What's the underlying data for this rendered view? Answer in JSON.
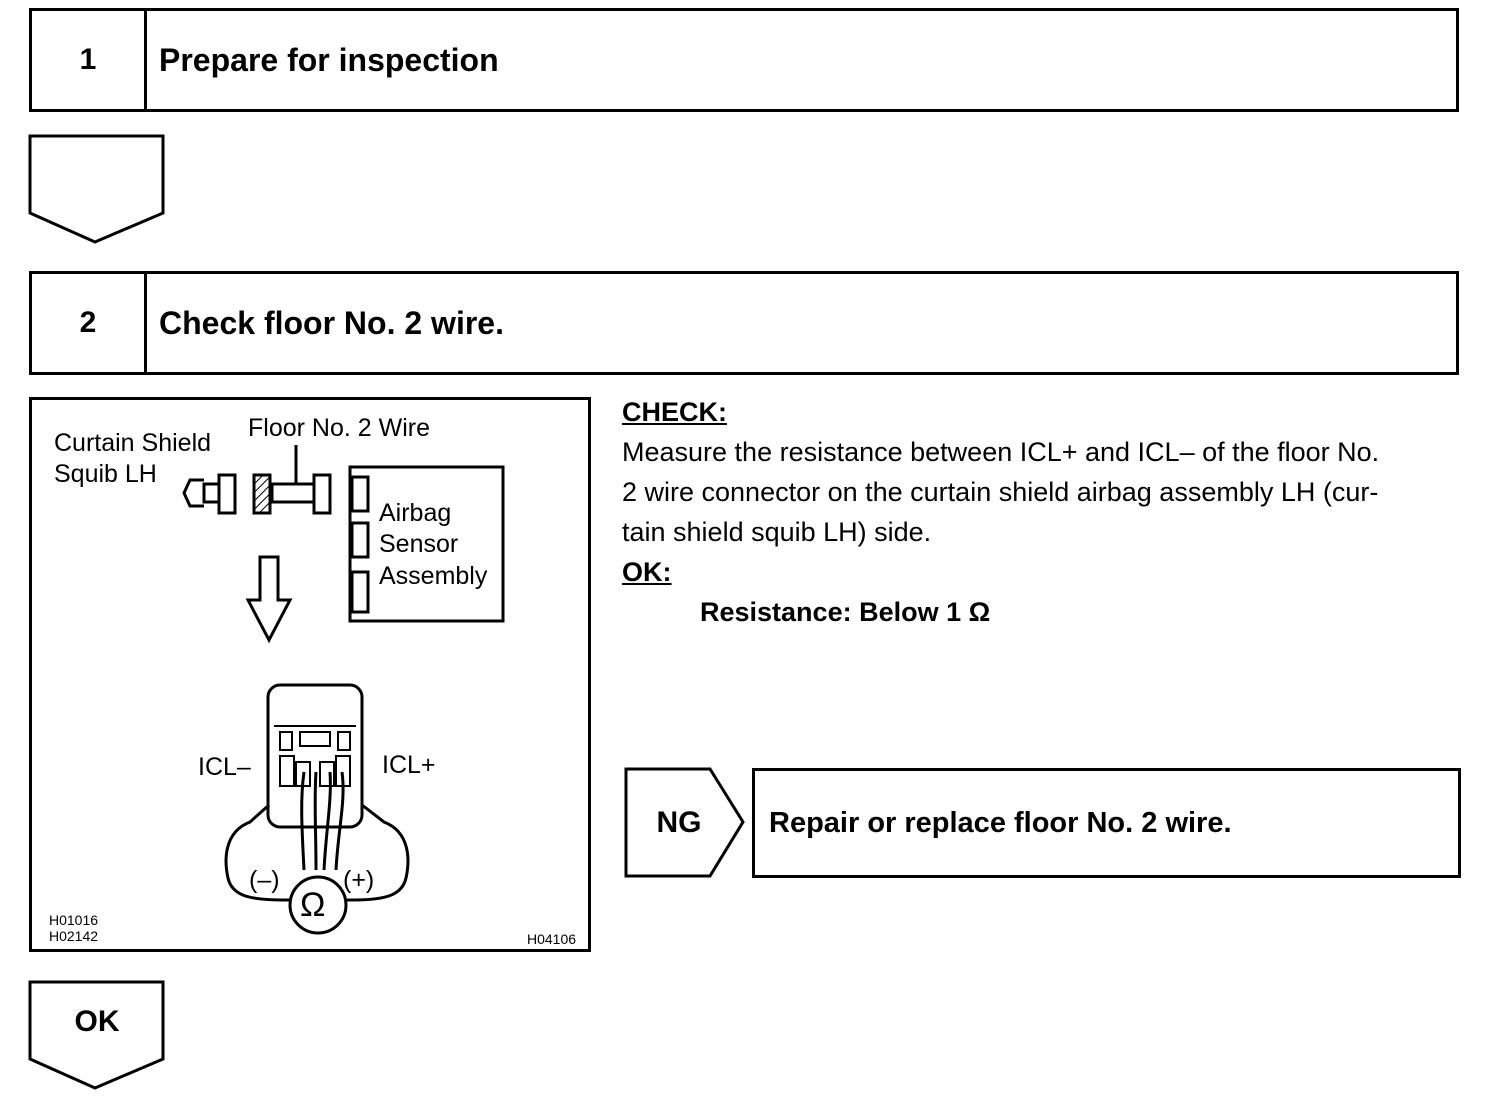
{
  "steps": [
    {
      "number": "1",
      "title": "Prepare for inspection"
    },
    {
      "number": "2",
      "title": "Check floor No. 2 wire."
    }
  ],
  "figure": {
    "labels": {
      "curtain_shield_line1": "Curtain Shield",
      "curtain_shield_line2": "Squib LH",
      "floor_wire": "Floor No. 2 Wire",
      "airbag_line1": "Airbag",
      "airbag_line2": "Sensor",
      "airbag_line3": "Assembly",
      "icl_minus": "ICL–",
      "icl_plus": "ICL+",
      "probe_minus": "(–)",
      "probe_plus": "(+)",
      "ohm_symbol": "Ω"
    },
    "codes": {
      "left_line1": "H01016",
      "left_line2": "H02142",
      "right": "H04106"
    }
  },
  "check": {
    "heading": "CHECK:",
    "body_line1": "Measure the resistance between ICL+ and ICL– of the floor No.",
    "body_line2": "2 wire connector on the curtain shield airbag assembly LH (cur-",
    "body_line3": "tain shield squib LH) side.",
    "ok_heading": "OK:",
    "spec": "Resistance: Below 1 Ω"
  },
  "ng": {
    "label": "NG",
    "action": "Repair or replace floor No. 2 wire."
  },
  "ok_label": "OK"
}
